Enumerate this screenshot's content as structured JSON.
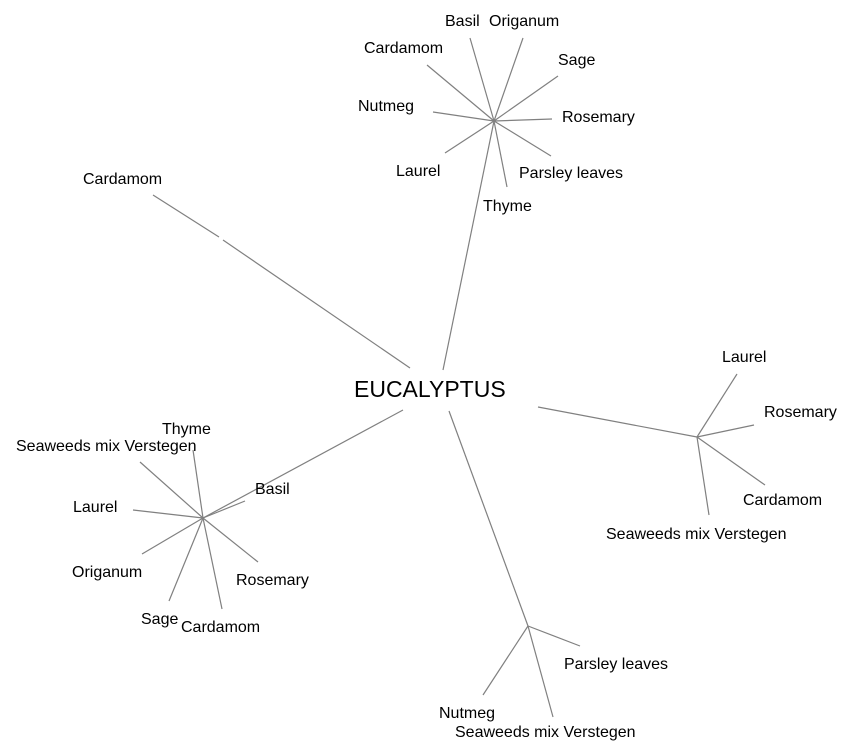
{
  "root": "EUCALYPTUS",
  "branches": {
    "top": {
      "leaves": [
        "Basil",
        "Origanum",
        "Cardamom",
        "Sage",
        "Nutmeg",
        "Rosemary",
        "Laurel",
        "Parsley leaves",
        "Thyme"
      ]
    },
    "left": {
      "leaves": [
        "Cardamom"
      ]
    },
    "bottom_left": {
      "leaves": [
        "Thyme",
        "Seaweeds mix Verstegen",
        "Basil",
        "Laurel",
        "Origanum",
        "Rosemary",
        "Sage",
        "Cardamom"
      ]
    },
    "right": {
      "leaves": [
        "Laurel",
        "Rosemary",
        "Cardamom",
        "Seaweeds mix Verstegen"
      ]
    },
    "bottom": {
      "leaves": [
        "Parsley leaves",
        "Nutmeg",
        "Seaweeds mix Verstegen"
      ]
    }
  },
  "colors": {
    "edge": "#808080",
    "text": "#000000"
  }
}
